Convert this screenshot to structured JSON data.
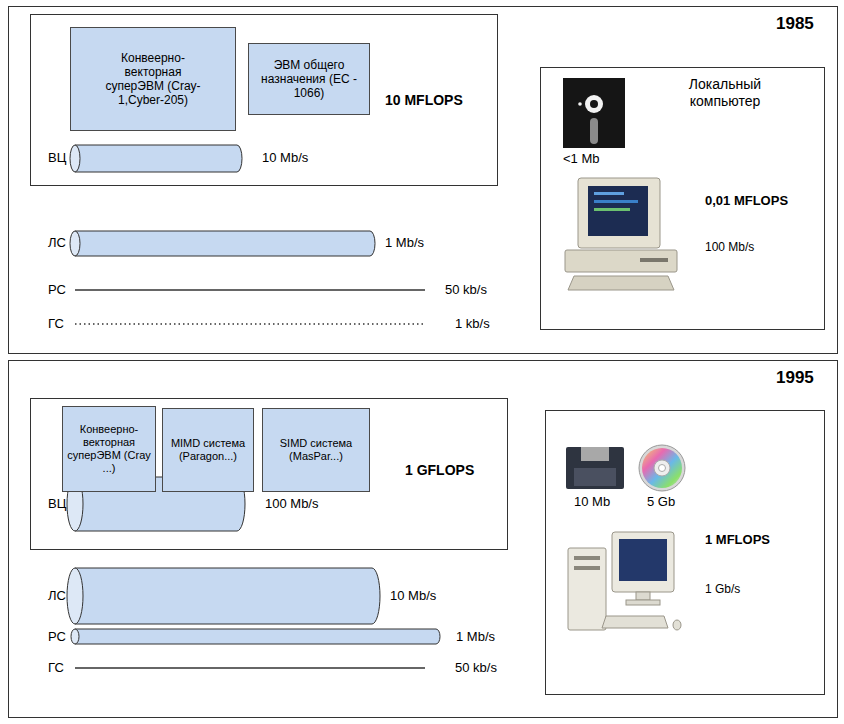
{
  "diagram": {
    "nodes": [
      {
        "text": [
          "1985"
        ]
      },
      {
        "text": [
          "10 MFLOPS"
        ],
        "in": 0
      },
      {
        "text": [
          "Конвеерно-векторная суперЭВМ (Cray-1,Cyber-205)"
        ],
        "in": 1
      },
      {
        "text": [
          "ЭВМ общего назначения (ЕС - 1066)"
        ],
        "in": 1
      },
      {
        "text": [
          "Локальный компьютер",
          "<1 Mb",
          "0,01 MFLOPS",
          "100 Mb/s"
        ],
        "in": 0
      },
      {
        "text": [
          "1995"
        ]
      },
      {
        "text": [
          "1 GFLOPS"
        ],
        "in": 5
      },
      {
        "text": [
          "Конвеерно-векторная суперЭВМ (Cray ...)"
        ],
        "in": 6
      },
      {
        "text": [
          "MIMD система (Paragon...)"
        ],
        "in": 6
      },
      {
        "text": [
          "SIMD система (MasPar...)"
        ],
        "in": 6
      },
      {
        "text": [
          "10 Mb",
          "5 Gb",
          "1 MFLOPS",
          "1 Gb/s"
        ],
        "in": 5
      }
    ],
    "labels": [
      "ВЦ",
      "10 Mb/s",
      "ЛС",
      "1 Mb/s",
      "РС",
      "50 kb/s",
      "ГС",
      "1 kb/s",
      "ВЦ",
      "100 Mb/s",
      "ЛС",
      "10 Mb/s",
      "РС",
      "1 Mb/s",
      "ГС",
      "50 kb/s"
    ]
  }
}
